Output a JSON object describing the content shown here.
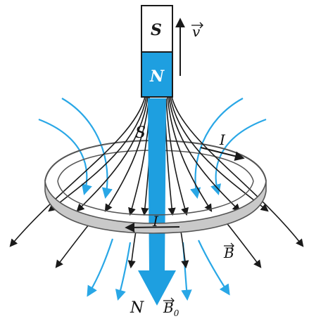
{
  "magnet": {
    "top_pole": "S",
    "bottom_pole": "N"
  },
  "labels": {
    "velocity": "v",
    "ring_top_pole": "S",
    "current_top": "I",
    "current_bottom": "I",
    "induced_field": "B",
    "bottom_pole": "N",
    "external_field": "B",
    "external_field_subscript": "0"
  },
  "colors": {
    "magnet_blue": "#1e9fe0",
    "field_blue": "#29a7e6",
    "field_black": "#1a1a1a",
    "ring_gray": "#c9c9c9",
    "ring_dark": "#555555"
  }
}
